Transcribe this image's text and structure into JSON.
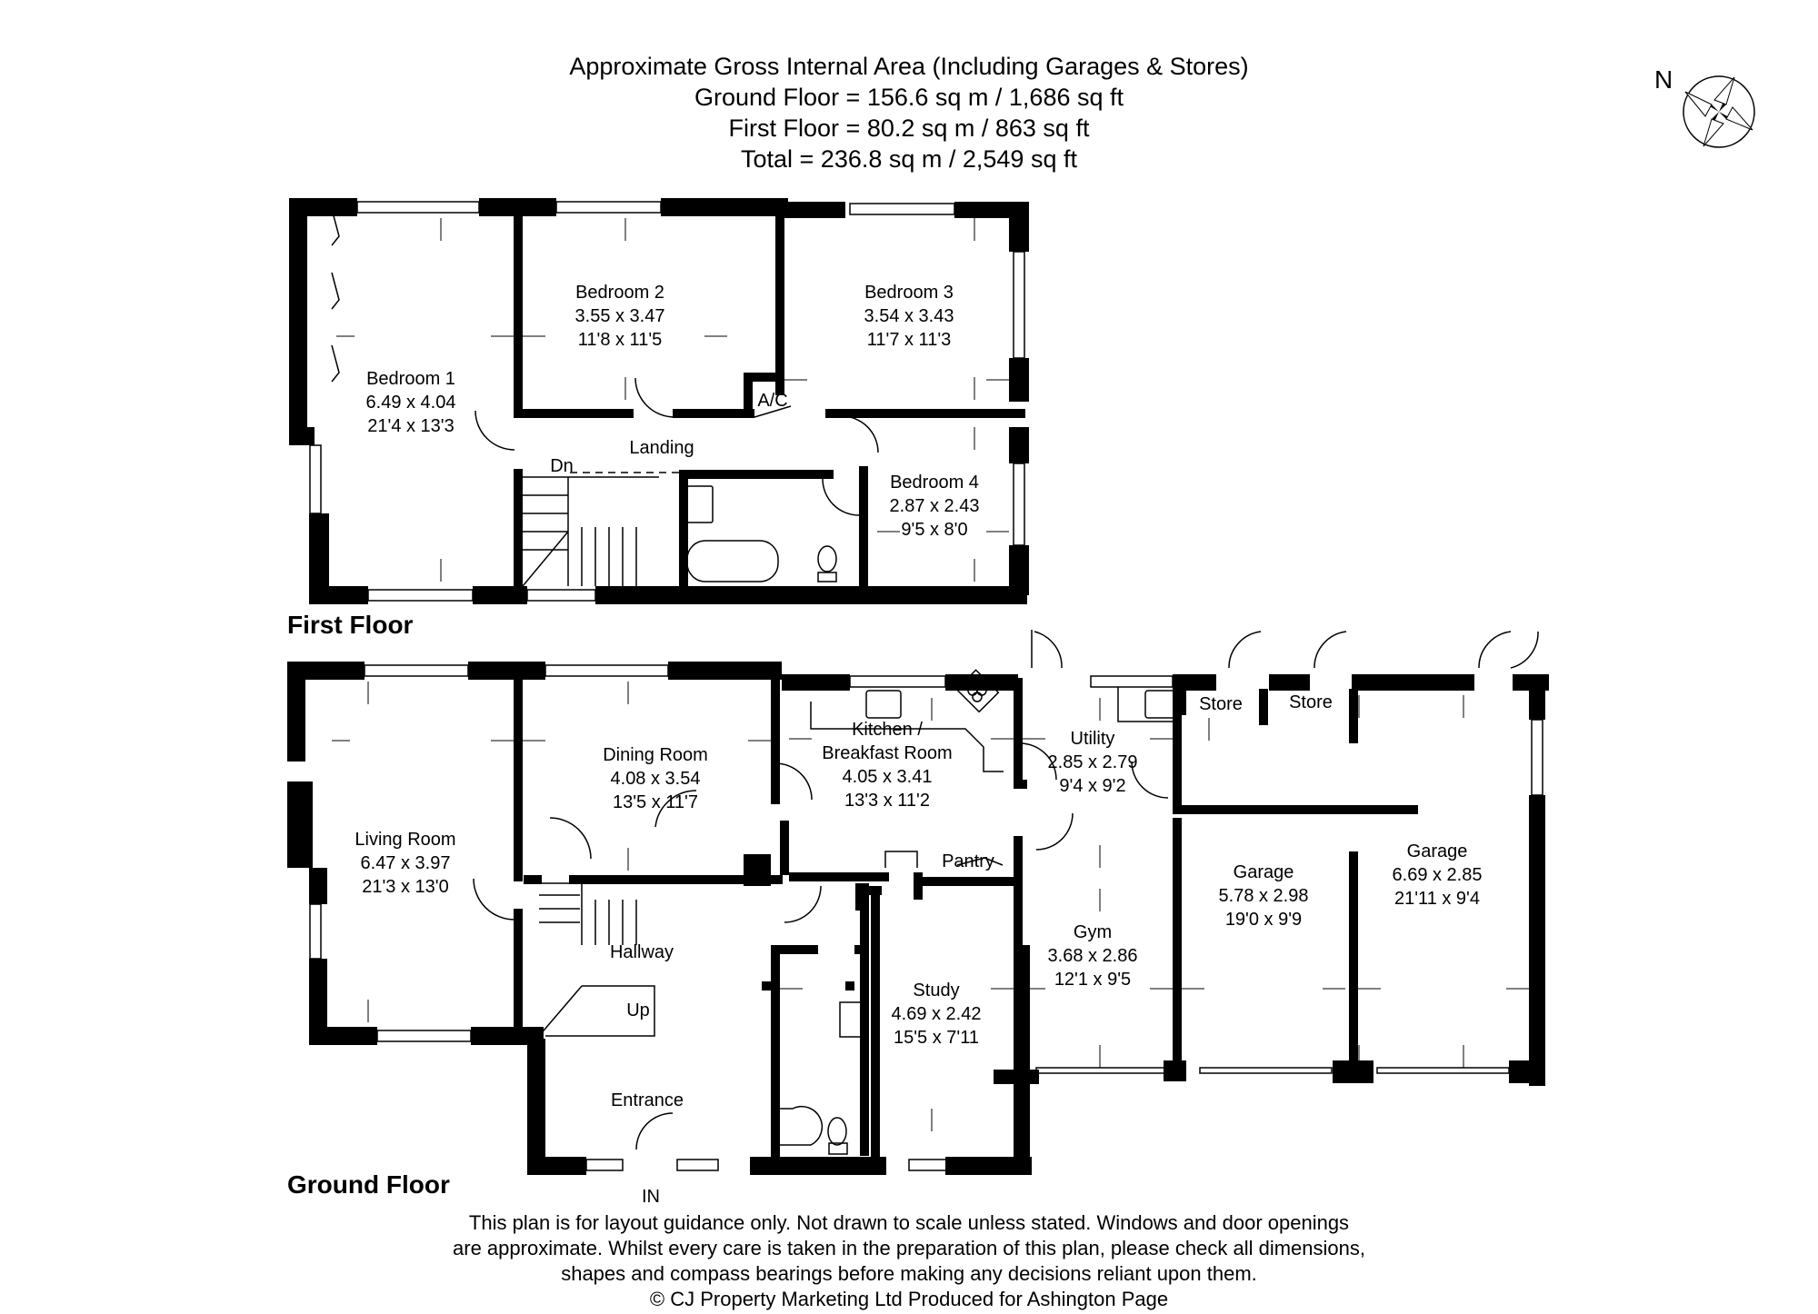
{
  "header": {
    "title": "Approximate Gross Internal Area (Including Garages & Stores)",
    "ground_floor_area": "Ground Floor = 156.6 sq m / 1,686 sq ft",
    "first_floor_area": "First Floor = 80.2 sq m / 863 sq ft",
    "total_area": "Total = 236.8 sq m / 2,549 sq ft"
  },
  "compass": {
    "label": "N",
    "icon": "compass-rose-icon"
  },
  "first_floor": {
    "label": "First Floor",
    "rooms": [
      {
        "name": "Bedroom 1",
        "metric": "6.49 x 4.04",
        "imperial": "21'4 x 13'3"
      },
      {
        "name": "Bedroom 2",
        "metric": "3.55 x 3.47",
        "imperial": "11'8 x 11'5"
      },
      {
        "name": "Bedroom 3",
        "metric": "3.54 x 3.43",
        "imperial": "11'7 x 11'3"
      },
      {
        "name": "Bedroom 4",
        "metric": "2.87 x 2.43",
        "imperial": "9'5 x 8'0"
      }
    ],
    "labels": {
      "landing": "Landing",
      "airing_cupboard": "A/C",
      "stairs_down": "Dn"
    }
  },
  "ground_floor": {
    "label": "Ground Floor",
    "rooms": [
      {
        "name": "Living Room",
        "metric": "6.47 x 3.97",
        "imperial": "21'3 x 13'0"
      },
      {
        "name": "Dining Room",
        "metric": "4.08 x 3.54",
        "imperial": "13'5 x 11'7"
      },
      {
        "name": "Kitchen /",
        "name2": "Breakfast Room",
        "metric": "4.05 x 3.41",
        "imperial": "13'3 x 11'2"
      },
      {
        "name": "Utility",
        "metric": "2.85 x 2.79",
        "imperial": "9'4 x 9'2"
      },
      {
        "name": "Gym",
        "metric": "3.68 x 2.86",
        "imperial": "12'1 x 9'5"
      },
      {
        "name": "Study",
        "metric": "4.69 x 2.42",
        "imperial": "15'5 x 7'11"
      },
      {
        "name": "Garage",
        "metric": "5.78 x 2.98",
        "imperial": "19'0 x 9'9"
      },
      {
        "name": "Garage",
        "metric": "6.69 x 2.85",
        "imperial": "21'11 x 9'4"
      }
    ],
    "labels": {
      "hallway": "Hallway",
      "entrance": "Entrance",
      "stairs_up": "Up",
      "pantry": "Pantry",
      "store_1": "Store",
      "store_2": "Store",
      "entry": "IN"
    }
  },
  "footer": {
    "line1": "This plan is for layout guidance only. Not drawn to scale unless stated. Windows and door openings",
    "line2": "are approximate. Whilst every care is taken in the preparation of this plan, please check all dimensions,",
    "line3": "shapes and compass bearings before making any decisions reliant upon them.",
    "line4": "© CJ Property Marketing Ltd Produced for Ashington Page"
  },
  "colors": {
    "wall": "#000000",
    "background": "#ffffff",
    "fixture_line": "#333333"
  }
}
